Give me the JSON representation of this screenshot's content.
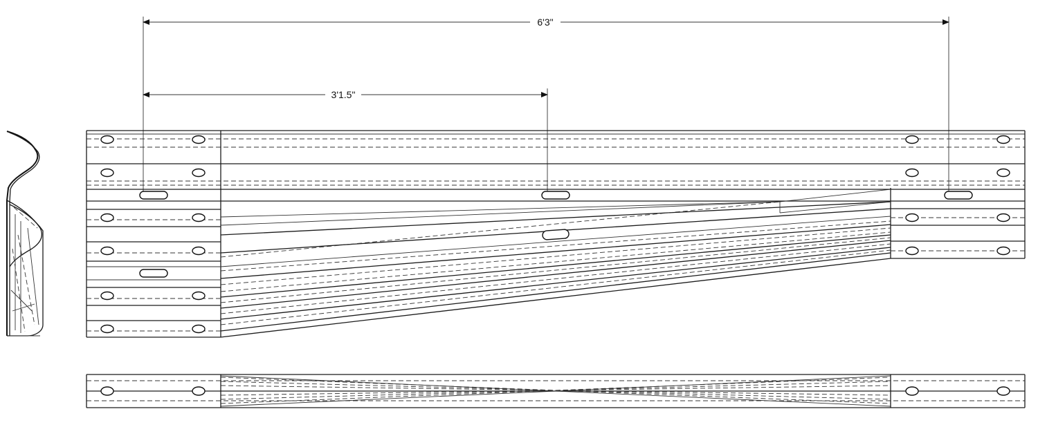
{
  "dimensions": [
    {
      "id": "overall",
      "label": "6'3\""
    },
    {
      "id": "half",
      "label": "3'1.5\""
    }
  ],
  "colors": {
    "line": "#1a1a1a",
    "background": "#ffffff"
  }
}
